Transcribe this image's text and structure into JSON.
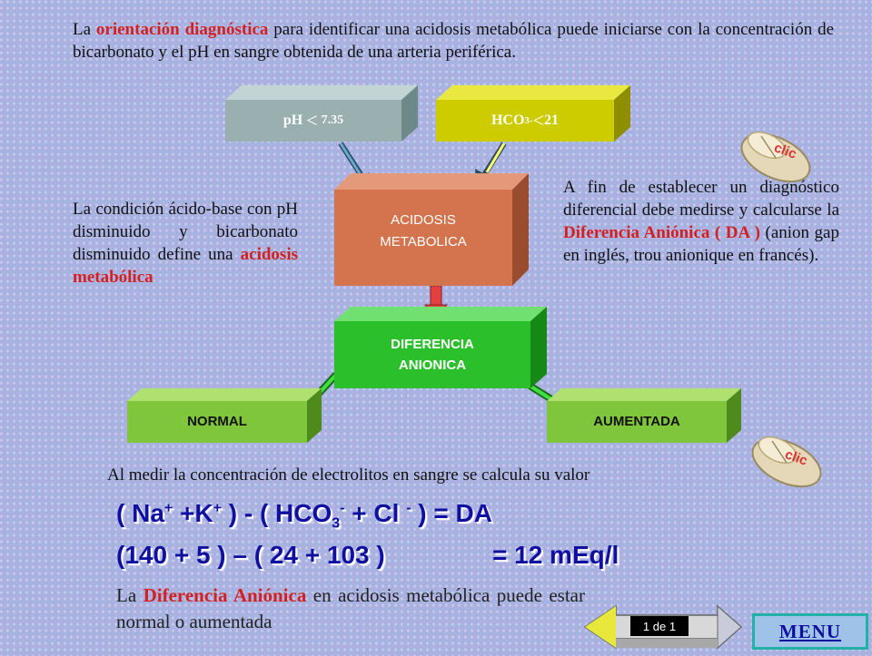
{
  "intro": {
    "part1": "La ",
    "highlight": "orientación diagnóstica",
    "part2": " para identificar una acidosis metabólica puede iniciarse con la concentración de bicarbonato y el pH en sangre obtenida de una arteria periférica."
  },
  "boxes": {
    "ph": {
      "label_main": "pH ",
      "sign": "<",
      "value": " 7.35",
      "color": "#9ab0b0"
    },
    "hco3": {
      "label_main": "HCO",
      "sub": "3",
      "sup": "-",
      "sign": " <",
      "value": " 21",
      "color": "#cccc00"
    },
    "acidosis": {
      "line1": "ACIDOSIS",
      "line2": "METABOLICA",
      "color": "#d3744e"
    },
    "diferencia": {
      "line1": "DIFERENCIA",
      "line2": "ANIONICA",
      "color": "#2bc02b"
    },
    "normal": {
      "label": "NORMAL",
      "color": "#80c63c"
    },
    "aumentada": {
      "label": "AUMENTADA",
      "color": "#80c63c"
    }
  },
  "left_paragraph": {
    "text": "La condición ácido-base con pH disminuido y bicarbonato disminuido define una ",
    "highlight": "acidosis metabólica"
  },
  "right_paragraph": {
    "part1": "A fin de establecer un diagnóstico diferencial debe medirse y calcularse la ",
    "highlight": "Diferencia Aniónica ( DA )",
    "part2": " (anion gap en inglés, trou anionique en francés)."
  },
  "clic_label": "clic",
  "measure_text": "Al medir la concentración de electrolitos en sangre se calcula su valor",
  "formula1": {
    "a": "( Na",
    "a_sup": "+",
    "b": " +K",
    "b_sup": "+",
    "c": " )  - ( HCO",
    "c_sub": "3",
    "c_sup": "-",
    "d": " + Cl ",
    "d_sup": "-",
    "e": " )  = DA"
  },
  "formula2": {
    "left": "(140 + 5 )   –   ( 24 + 103 )",
    "right": "=  12 mEq/l"
  },
  "conclusion": {
    "part1": "La ",
    "highlight": "Diferencia Aniónica",
    "part2": " en acidosis metabólica puede estar normal o aumentada"
  },
  "pager_label": "1 de 1",
  "menu_label": "MENU"
}
